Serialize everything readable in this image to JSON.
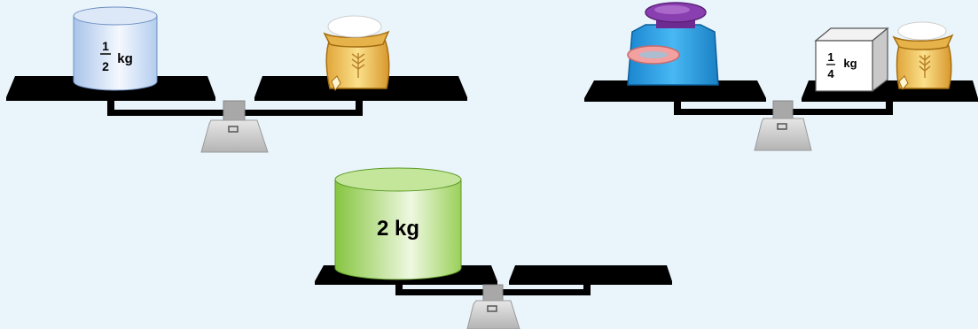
{
  "scales": [
    {
      "left_pan": {
        "item": "cylinder-weight",
        "fraction_numerator": "1",
        "fraction_denominator": "2",
        "unit": "kg"
      },
      "right_pan": {
        "item": "flour-sack"
      }
    },
    {
      "left_pan": {
        "item": "jar"
      },
      "right_pan": {
        "items": [
          "cube-weight",
          "flour-sack"
        ],
        "fraction_numerator": "1",
        "fraction_denominator": "4",
        "unit": "kg"
      }
    },
    {
      "left_pan": {
        "item": "cylinder-weight",
        "label": "2 kg"
      },
      "right_pan": {
        "item": "empty"
      }
    }
  ],
  "colors": {
    "background": "#eaf4fb",
    "pan": "#000000",
    "base": "#c8c8c8",
    "half_kg_weight": "#cfe0f6",
    "two_kg_weight": "#a7d96a",
    "jar_body": "#2aa0e6",
    "jar_lid": "#8a3fb0",
    "sack": "#f0c050"
  }
}
